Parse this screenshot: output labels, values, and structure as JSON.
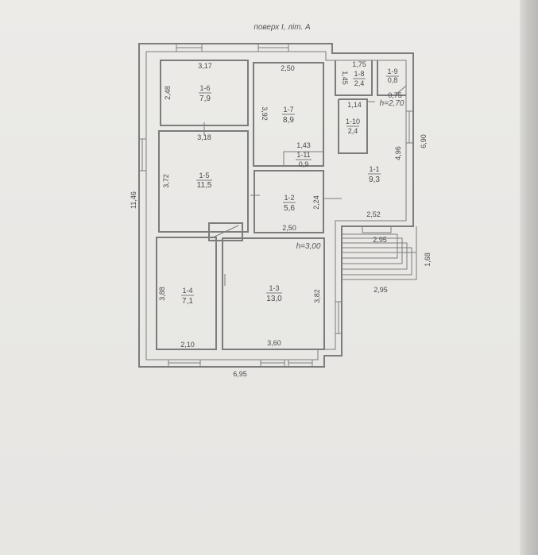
{
  "title": "поверх І, літ. А",
  "rooms": [
    {
      "id": "1-6",
      "area": "7,9"
    },
    {
      "id": "1-7",
      "area": "8,9"
    },
    {
      "id": "1-5",
      "area": "11,5"
    },
    {
      "id": "1-2",
      "area": "5,6"
    },
    {
      "id": "1-11",
      "area": "0,9"
    },
    {
      "id": "1-8",
      "area": "2,4"
    },
    {
      "id": "1-9",
      "area": "0,8"
    },
    {
      "id": "1-10",
      "area": "2,4"
    },
    {
      "id": "1-1",
      "area": "9,3"
    },
    {
      "id": "1-4",
      "area": "7,1"
    },
    {
      "id": "1-3",
      "area": "13,0"
    }
  ],
  "dimensions": {
    "d317": "3,17",
    "d248": "2,48",
    "d250a": "2,50",
    "d392": "3,92",
    "d318": "3,18",
    "d372": "3,72",
    "d1146": "11,46",
    "d143": "1,43",
    "d224": "2,24",
    "d250b": "2,50",
    "d175": "1,75",
    "d145": "1,45",
    "d075": "0,75",
    "d114": "1,14",
    "d690": "6,90",
    "d496": "4,96",
    "d252": "2,52",
    "d295a": "2,95",
    "d295b": "2,95",
    "d168": "1,68",
    "d388": "3,88",
    "d382": "3,82",
    "d210": "2,10",
    "d360": "3,60",
    "d695": "6,95"
  },
  "heights": {
    "h1": "h=3,00",
    "h2": "h=2,70"
  }
}
